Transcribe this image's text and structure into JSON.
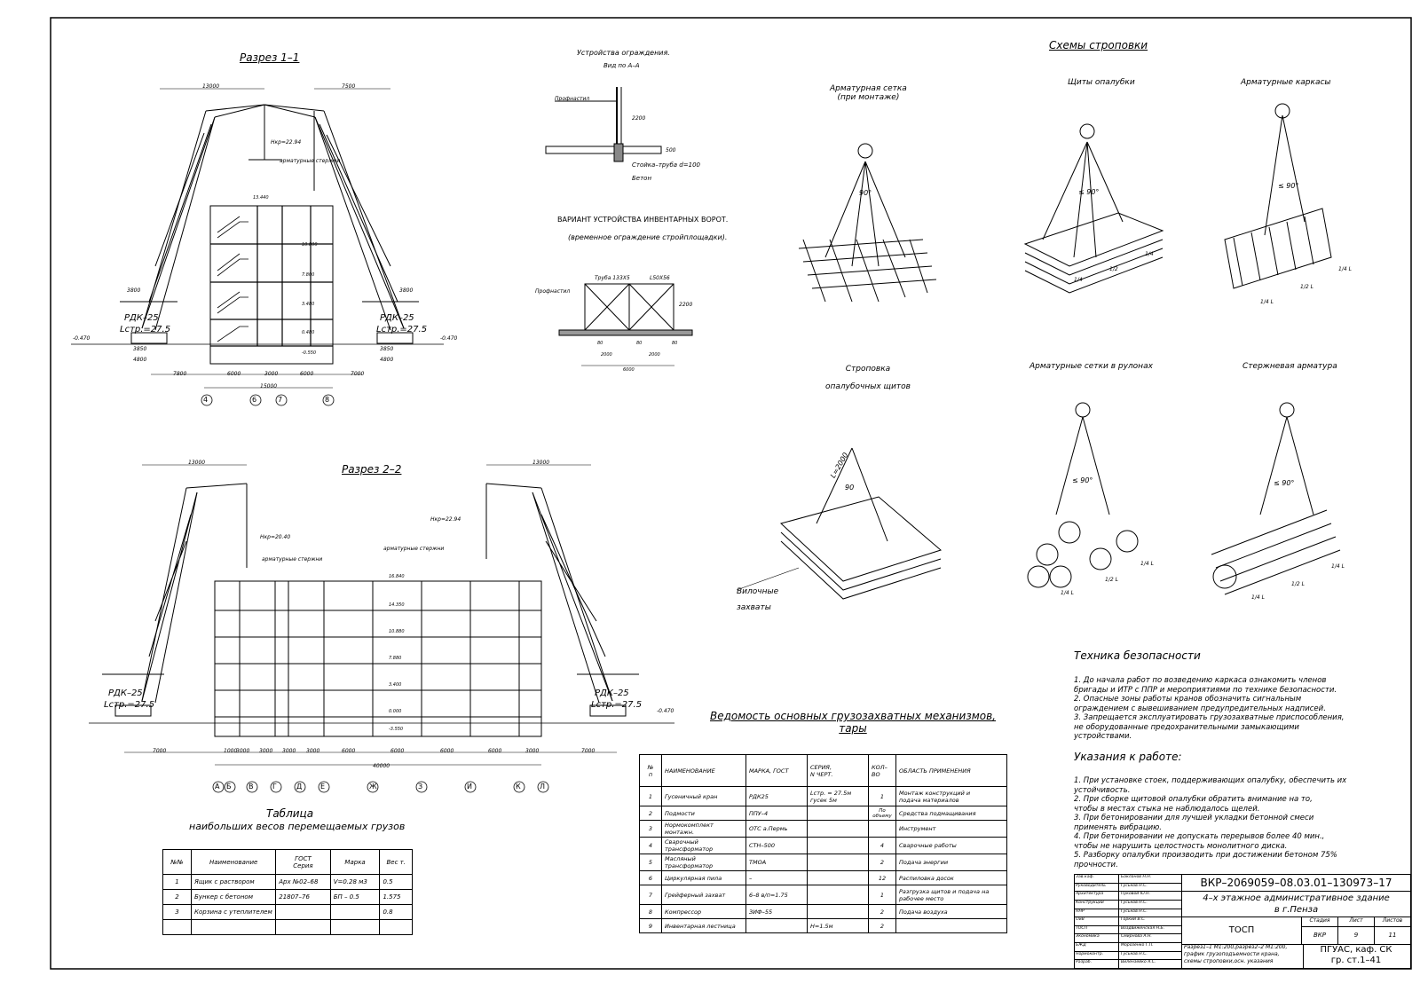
{
  "section1": {
    "title": "Разрез 1–1",
    "crane_left": "РДК–25",
    "crane_left_len": "Lстр.=27.5",
    "crane_right": "РДК–25",
    "crane_right_len": "Lстр.=27.5",
    "hook_height": "Нкр=22.94",
    "load_label": "арматурные стержни",
    "dims": {
      "top_left": "13000",
      "top_right": "7500",
      "bottom_total": "15000",
      "b1": "7800",
      "b2": "6000",
      "b3": "3000",
      "b4": "6000",
      "b5": "7000",
      "base1": "3850",
      "base2": "4800",
      "base3": "3850",
      "base4": "4800",
      "outr1": "3800",
      "outr2": "3800",
      "elev_left": "-0.470",
      "elev_right": "-0.470"
    },
    "levels": [
      "13.440",
      "10.800",
      "7.800",
      "3.480",
      "0.480",
      "-0.550"
    ],
    "axes": [
      "4",
      "6",
      "7",
      "8"
    ]
  },
  "section2": {
    "title": "Разрез 2–2",
    "crane_left": "РДК–25",
    "crane_left_len": "Lстр.=27.5",
    "crane_right": "РДК–25",
    "crane_right_len": "Lстр.=27.5",
    "hook_left": "Нкр=20.40",
    "hook_right": "Нкр=22.94",
    "load_left": "арматурные стержни",
    "load_right": "арматурные стержни",
    "dims": {
      "top_left": "13000",
      "top_right": "13000",
      "total": "40000",
      "b1": "7000",
      "b2": "1000",
      "b3": "3000",
      "b4": "3000",
      "b5": "3000",
      "b6": "3000",
      "b7": "6000",
      "b8": "6000",
      "b9": "6000",
      "b10": "6000",
      "b11": "3000",
      "b12": "7000",
      "elev_right": "-0.470"
    },
    "levels": [
      "16.840",
      "14.350",
      "10.880",
      "7.880",
      "3.400",
      "0.000",
      "-3.550"
    ],
    "axes": [
      "А",
      "Б",
      "В",
      "Г",
      "Д",
      "Е",
      "Ж",
      "З",
      "И",
      "К",
      "Л"
    ]
  },
  "fence": {
    "title": "Устройства ограждения.",
    "subtitle": "Вид по А–А",
    "label_profile": "Профнастил",
    "label_pipe": "Стойка–труба d=100",
    "label_concrete": "Бетон",
    "dim_height": "2200",
    "dim_small": "500"
  },
  "gates": {
    "title": "ВАРИАНТ УСТРОЙСТВА ИНВЕНТАРНЫХ ВОРОТ.",
    "subtitle": "(временное ограждение стройплощадки).",
    "label_profile": "Профнастил",
    "label_pipe": "Труба 133Х5",
    "label_rail": "L50Х56",
    "dim_height": "2200",
    "dims": [
      "80",
      "80",
      "80",
      "2000",
      "2000",
      "6000"
    ]
  },
  "slinging": {
    "title": "Схемы строповки",
    "mesh_title": "Арматурная сетка\n(при монтаже)",
    "mesh_angle": "90°",
    "shields_title": "Щиты опалубки",
    "shields_angle": "≤ 90°",
    "shields_dims": [
      "1/4",
      "1/2",
      "1/4"
    ],
    "cages_title": "Арматурные каркасы",
    "cages_angle": "≤ 90°",
    "cages_dims": [
      "1/4 L",
      "1/2 L",
      "1/4 L"
    ],
    "formwork_title": "Строповка\nопалубочных щитов",
    "formwork_sling": "L=2000",
    "formwork_angle": "90",
    "formwork_grips": "Вилочные\nзахваты",
    "rolls_title": "Арматурные сетки в рулонах",
    "rolls_angle": "≤ 90°",
    "rolls_dims": [
      "1/4 L",
      "1/2 L",
      "1/4 L"
    ],
    "bars_title": "Стержневая арматура",
    "bars_angle": "≤ 90°",
    "bars_dims": [
      "1/4 L",
      "1/2 L",
      "1/4 L"
    ]
  },
  "weights_table": {
    "title": "Таблица",
    "subtitle": "наибольших весов перемещаемых грузов",
    "headers": [
      "№№",
      "Наименование",
      "ГОСТ\nСерия",
      "Марка",
      "Вес т."
    ],
    "rows": [
      [
        "1",
        "Ящик с раствором",
        "Арх №02–68",
        "V=0.28 м3",
        "0.5"
      ],
      [
        "2",
        "Бункер с бетоном",
        "21807–76",
        "БП – 0.5",
        "1.575"
      ],
      [
        "3",
        "Корзина с утеплителем",
        "",
        "",
        "0.8"
      ],
      [
        "",
        "",
        "",
        "",
        ""
      ]
    ]
  },
  "mechanisms_table": {
    "title": "Ведомость основных грузозахватных механизмов,\nтары",
    "headers": [
      "№\nп",
      "НАИМЕНОВАНИЕ",
      "МАРКА, ГОСТ",
      "СЕРИЯ,\nN ЧЕРТ.",
      "КОЛ–\nВО",
      "ОБЛАСТЬ ПРИМЕНЕНИЯ"
    ],
    "rows": [
      [
        "1",
        "Гусеничный кран",
        "РДК25",
        "Lстр. = 27.5м\nгусек 5м",
        "1",
        "Монтаж конструкций и\nподача материалов"
      ],
      [
        "2",
        "Подмости",
        "ППУ–4",
        "",
        "По\nобъему",
        "Средства подмащивания"
      ],
      [
        "3",
        "Нормокомплект монтажн.",
        "ОТС а.Пермь",
        "",
        "",
        "Инструмент"
      ],
      [
        "4",
        "Сварочный трансформатор",
        "СТН–500",
        "",
        "4",
        "Сварочные работы"
      ],
      [
        "5",
        "Масляный трансформатор",
        "ТМОА",
        "",
        "2",
        "Подача энергии"
      ],
      [
        "6",
        "Циркулярная пила",
        "–",
        "",
        "12",
        "Распиловка досок"
      ],
      [
        "7",
        "Грейферный захват",
        "6–8 в/п=1.75",
        "",
        "1",
        "Разгрузка щитов и подача на\nрабочее место"
      ],
      [
        "8",
        "Компрессор",
        "ЗИФ–55",
        "",
        "2",
        "Подача воздуха"
      ],
      [
        "9",
        "Инвентарная лестница",
        "",
        "Н=1.5м",
        "2",
        ""
      ]
    ]
  },
  "safety": {
    "title": "Техника безопасности",
    "text": "1. До начала работ по возведению каркаса ознакомить членов\nбригады и ИТР с ППР и мероприятиями по технике безопасности.\n2. Опасные зоны работы кранов обозначить сигнальным\nограждением с вывешиванием предупредительных надписей.\n3. Запрещается эксплуатировать грузозахватные приспособления,\nне оборудованные предохранительными замыкающими\nустройствами."
  },
  "instructions": {
    "title": "Указания к работе:",
    "text": "1. При установке стоек, поддерживающих опалубку, обеспечить их\nустойчивость.\n2. При сборке щитовой опалубки обратить внимание на то,\nчтобы в местах стыка не наблюдалось щелей.\n3. При бетонировании для лучшей укладки бетонной смеси\nприменять вибрацию.\n4. При бетонировании не допускать перерывов более 40 мин.,\nчтобы не нарушить целостность монолитного диска.\n5. Разборку опалубки производить при достижении бетоном 75%\nпрочности."
  },
  "title_block": {
    "code": "ВКР–2069059–08.03.01–130973–17",
    "project": "4–х этажное административное здание\nв г.Пенза",
    "section": "ТОСП",
    "sheet_desc": "Разрез1–1 М1:200,разрез2–2 М1:200,\nграфик грузоподъемности крана,\nсхемы строповки,осн. указания",
    "org": "ПГУАС, каф. СК\nгр. ст.1–41",
    "stage_h": "Стадия",
    "sheet_h": "Лист",
    "sheets_h": "Листов",
    "stage": "ВКР",
    "sheet": "9",
    "sheets": "11",
    "people": [
      [
        "Зав.каф.",
        "Бакланов Н.Н."
      ],
      [
        "Руководитель",
        "Гуськов Н.С."
      ],
      [
        "Архитектура",
        "Пуковой Ю.Н."
      ],
      [
        "Конструкции",
        "Гуськов Н.С."
      ],
      [
        "ННР",
        "Гуськов Н.С."
      ],
      [
        "ОиВ",
        "Горкий В.С."
      ],
      [
        "ТОСП",
        "Воздвиженская Н.Б."
      ],
      [
        "Экономика",
        "Смирнова А.Н."
      ],
      [
        "БЖД",
        "Морозенко Г.П."
      ],
      [
        "Нормоконтр.",
        "Гуськов Н.С."
      ],
      [
        "Разраб.",
        "Вилензейко А.С."
      ]
    ]
  }
}
